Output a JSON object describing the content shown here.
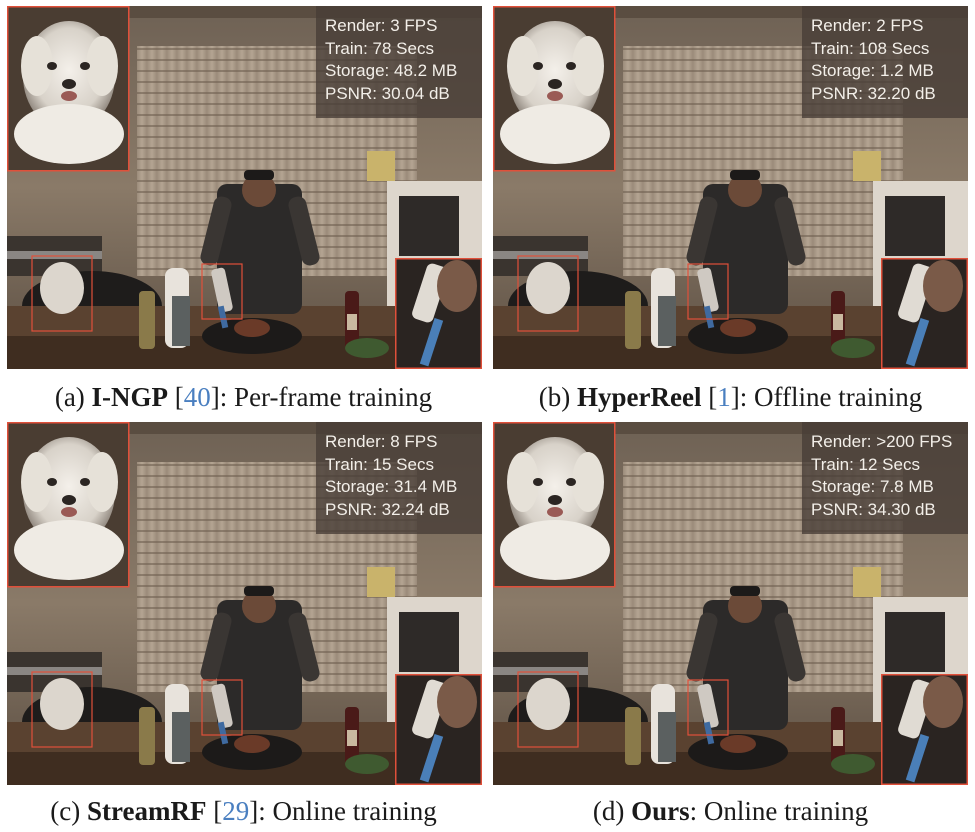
{
  "figure": {
    "panels": [
      {
        "letter": "(a)",
        "method": "I-NGP",
        "ref": "40",
        "mode": "Per-frame training",
        "stats": {
          "render": "Render: 3 FPS",
          "train": "Train: 78 Secs",
          "storage": "Storage: 48.2 MB",
          "psnr": "PSNR: 30.04 dB"
        }
      },
      {
        "letter": "(b)",
        "method": "HyperReel",
        "ref": "1",
        "mode": "Offline training",
        "stats": {
          "render": "Render: 2 FPS",
          "train": "Train: 108 Secs",
          "storage": "Storage: 1.2 MB",
          "psnr": "PSNR: 32.20 dB"
        }
      },
      {
        "letter": "(c)",
        "method": "StreamRF",
        "ref": "29",
        "mode": "Online training",
        "stats": {
          "render": "Render: 8 FPS",
          "train": "Train: 15 Secs",
          "storage": "Storage: 31.4 MB",
          "psnr": "PSNR: 32.24 dB"
        }
      },
      {
        "letter": "(d)",
        "method": "Ours",
        "ref": "",
        "mode": "Online training",
        "stats": {
          "render": "Render: >200 FPS",
          "train": "Train: 12 Secs",
          "storage": "Storage: 7.8 MB",
          "psnr": "PSNR: 34.30 dB"
        }
      }
    ],
    "colors": {
      "highlight_box": "#e0503a",
      "stats_overlay": "#463c36",
      "citation": "#4a7fc0"
    }
  }
}
